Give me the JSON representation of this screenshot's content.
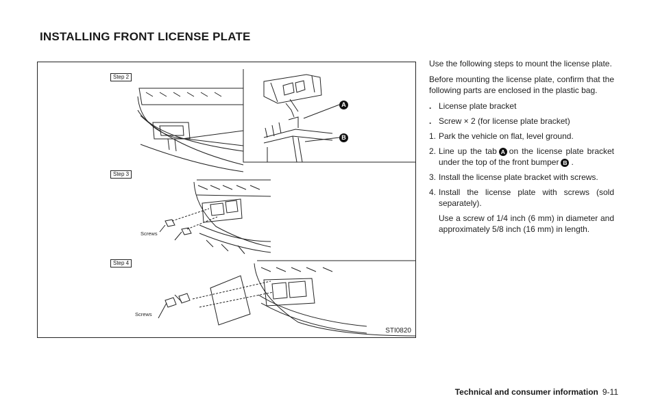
{
  "page": {
    "title": "INSTALLING FRONT LICENSE PLATE",
    "footer_section": "Technical and consumer information",
    "footer_page": "9-11"
  },
  "figure": {
    "id": "STI0820",
    "step_labels": [
      "Step 2",
      "Step 3",
      "Step 4"
    ],
    "screws_label": "Screws",
    "callout_a": "A",
    "callout_b": "B"
  },
  "instructions": {
    "intro": "Use the following steps to mount the license plate.",
    "parts_intro": "Before mounting the license plate, confirm that the following parts are enclosed in the plastic bag.",
    "parts": [
      "License plate bracket",
      "Screw × 2 (for license plate bracket)"
    ],
    "bullet_char": ".",
    "steps": [
      {
        "num": "1.",
        "text": "Park the vehicle on flat, level ground."
      },
      {
        "num": "2.",
        "text_before_a": "Line up the tab",
        "text_after_a": "on the license plate bracket under the top of the front bumper",
        "text_end": "."
      },
      {
        "num": "3.",
        "text": "Install the license plate bracket with screws."
      },
      {
        "num": "4.",
        "text": "Install the license plate with screws (sold separately).",
        "note": "Use a screw of 1/4 inch (6 mm) in diameter and approximately 5/8 inch (16 mm) in length."
      }
    ]
  }
}
